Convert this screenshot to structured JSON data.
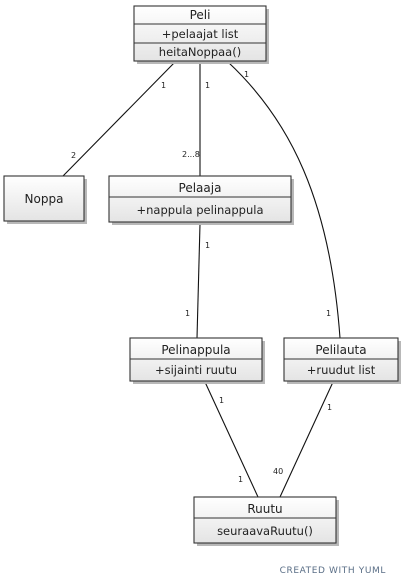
{
  "diagram": {
    "classes": {
      "peli": {
        "name": "Peli",
        "rows": [
          "+pelaajat list",
          "heitaNoppaa()"
        ]
      },
      "noppa": {
        "name": "Noppa",
        "rows": []
      },
      "pelaaja": {
        "name": "Pelaaja",
        "rows": [
          "+nappula pelinappula"
        ]
      },
      "pelinappula": {
        "name": "Pelinappula",
        "rows": [
          "+sijainti ruutu"
        ]
      },
      "pelilauta": {
        "name": "Pelilauta",
        "rows": [
          "+ruudut list"
        ]
      },
      "ruutu": {
        "name": "Ruutu",
        "rows": [
          "seuraavaRuutu()"
        ]
      }
    },
    "associations": {
      "peli_noppa": {
        "from": "Peli",
        "to": "Noppa",
        "from_mult": "1",
        "to_mult": "2"
      },
      "peli_pelaaja": {
        "from": "Peli",
        "to": "Pelaaja",
        "from_mult": "1",
        "to_mult": "2...8"
      },
      "peli_pelilauta": {
        "from": "Peli",
        "to": "Pelilauta",
        "from_mult": "1",
        "to_mult": "1"
      },
      "pelaaja_pelinappula": {
        "from": "Pelaaja",
        "to": "Pelinappula",
        "from_mult": "1",
        "to_mult": "1"
      },
      "pelinappula_ruutu": {
        "from": "Pelinappula",
        "to": "Ruutu",
        "from_mult": "1",
        "to_mult": "1"
      },
      "pelilauta_ruutu": {
        "from": "Pelilauta",
        "to": "Ruutu",
        "from_mult": "1",
        "to_mult": "40"
      }
    }
  },
  "footer": {
    "label": "CREATED WITH YUML"
  }
}
